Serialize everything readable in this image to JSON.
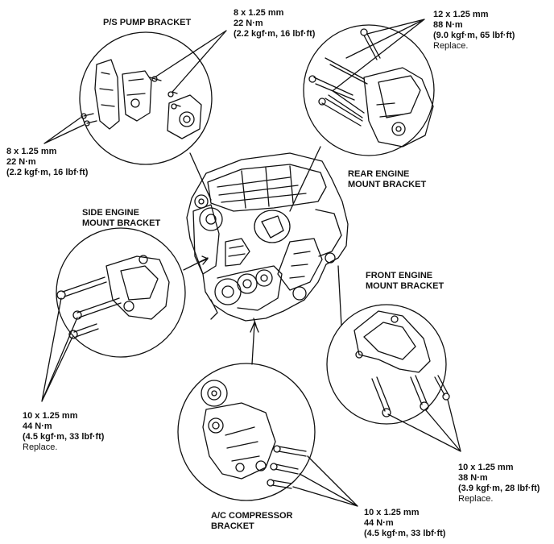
{
  "labels": {
    "ps_pump_bracket": "P/S PUMP BRACKET",
    "side_engine_mount_bracket": [
      "SIDE ENGINE",
      "MOUNT BRACKET"
    ],
    "rear_engine_mount_bracket": [
      "REAR ENGINE",
      "MOUNT BRACKET"
    ],
    "front_engine_mount_bracket": [
      "FRONT ENGINE",
      "MOUNT BRACKET"
    ],
    "ac_compressor_bracket": [
      "A/C COMPRESSOR",
      "BRACKET"
    ]
  },
  "torque_specs": {
    "ps_pump_top": [
      "8 x 1.25 mm",
      "22 N·m",
      "(2.2 kgf·m, 16 lbf·ft)"
    ],
    "ps_pump_left": [
      "8 x 1.25 mm",
      "22 N·m",
      "(2.2 kgf·m, 16 lbf·ft)"
    ],
    "rear_mount": [
      "12 x 1.25 mm",
      "88 N·m",
      "(9.0 kgf·m, 65 lbf·ft)",
      "Replace."
    ],
    "side_mount": [
      "10 x 1.25 mm",
      "44 N·m",
      "(4.5 kgf·m, 33 lbf·ft)",
      "Replace."
    ],
    "front_mount": [
      "10 x 1.25 mm",
      "38 N·m",
      "(3.9 kgf·m, 28 lbf·ft)",
      "Replace."
    ],
    "ac_compressor": [
      "10 x 1.25 mm",
      "44 N·m",
      "(4.5 kgf·m, 33 lbf·ft)"
    ]
  }
}
